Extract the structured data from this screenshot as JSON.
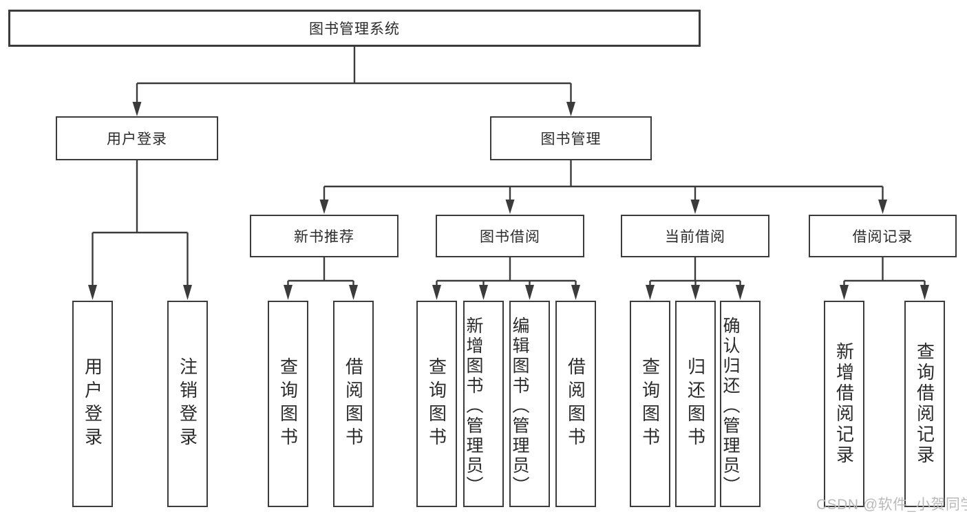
{
  "colors": {
    "line": "#3b3b3b",
    "box_border": "#3b3b3b",
    "box_fill": "#ffffff",
    "text": "#2b2b2b",
    "watermark": "#b9b9b9",
    "background": "#ffffff"
  },
  "watermark": {
    "text": "CSDN @软件_小贺同学"
  },
  "tree": {
    "label": "图书管理系统",
    "children": [
      {
        "label": "用户登录",
        "children": [
          {
            "label": "用户登录"
          },
          {
            "label": "注销登录"
          }
        ]
      },
      {
        "label": "图书管理",
        "children": [
          {
            "label": "新书推荐",
            "children": [
              {
                "label": "查询图书"
              },
              {
                "label": "借阅图书"
              }
            ]
          },
          {
            "label": "图书借阅",
            "children": [
              {
                "label": "查询图书"
              },
              {
                "label": "新增图书（管理员）"
              },
              {
                "label": "编辑图书（管理员）"
              },
              {
                "label": "借阅图书"
              }
            ]
          },
          {
            "label": "当前借阅",
            "children": [
              {
                "label": "查询图书"
              },
              {
                "label": "归还图书"
              },
              {
                "label": "确认归还（管理员）"
              }
            ]
          },
          {
            "label": "借阅记录",
            "children": [
              {
                "label": "新增借阅记录"
              },
              {
                "label": "查询借阅记录"
              }
            ]
          }
        ]
      }
    ]
  }
}
